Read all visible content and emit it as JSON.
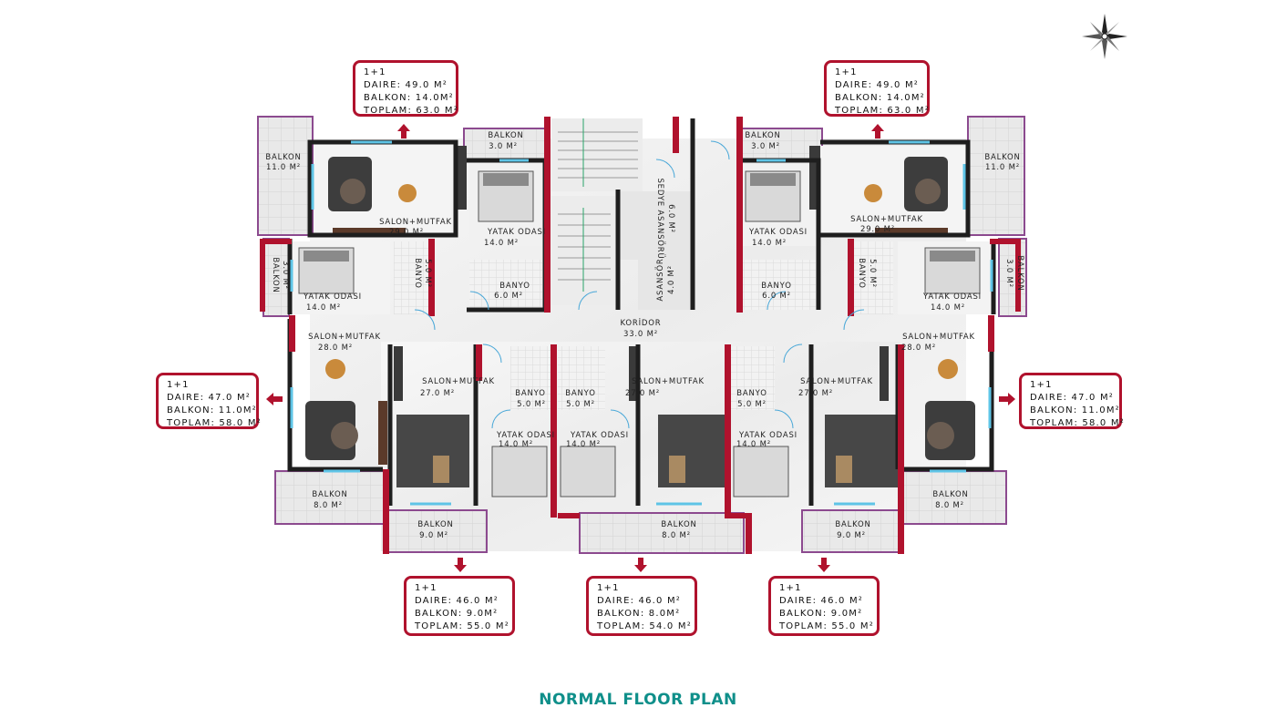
{
  "units": [
    {
      "type": "1+1",
      "daire": "DAIRE: 49.0 M²",
      "balkon": "BALKON: 14.0M²",
      "toplam": "TOPLAM: 63.0 M²"
    },
    {
      "type": "1+1",
      "daire": "DAIRE: 49.0 M²",
      "balkon": "BALKON: 14.0M²",
      "toplam": "TOPLAM: 63.0 M²"
    },
    {
      "type": "1+1",
      "daire": "DAIRE: 47.0 M²",
      "balkon": "BALKON: 11.0M²",
      "toplam": "TOPLAM: 58.0 M²"
    },
    {
      "type": "1+1",
      "daire": "DAIRE: 47.0 M²",
      "balkon": "BALKON: 11.0M²",
      "toplam": "TOPLAM: 58.0 M²"
    },
    {
      "type": "1+1",
      "daire": "DAIRE: 46.0 M²",
      "balkon": "BALKON: 9.0M²",
      "toplam": "TOPLAM: 55.0 M²"
    },
    {
      "type": "1+1",
      "daire": "DAIRE: 46.0 M²",
      "balkon": "BALKON: 8.0M²",
      "toplam": "TOPLAM: 54.0 M²"
    },
    {
      "type": "1+1",
      "daire": "DAIRE: 46.0 M²",
      "balkon": "BALKON: 9.0M²",
      "toplam": "TOPLAM: 55.0 M²"
    }
  ],
  "rooms": [
    {
      "name": "BALKON",
      "area": "11.0 M²"
    },
    {
      "name": "SALON+MUTFAK",
      "area": "29.0 M²"
    },
    {
      "name": "BALKON",
      "area": "3.0 M²"
    },
    {
      "name": "YATAK ODASI",
      "area": "14.0 M²"
    },
    {
      "name": "BANYO",
      "area": "6.0 M²"
    },
    {
      "name": "BALKON",
      "area": "3.0 M²"
    },
    {
      "name": "YATAK ODASI",
      "area": "14.0 M²"
    },
    {
      "name": "SALON+MUTFAK",
      "area": "29.0 M²"
    },
    {
      "name": "BALKON",
      "area": "11.0 M²"
    },
    {
      "name": "BANYO",
      "area": "6.0 M²"
    },
    {
      "name": "BALKON",
      "area": "3.0 M²"
    },
    {
      "name": "YATAK ODASI",
      "area": "14.0 M²"
    },
    {
      "name": "BANYO",
      "area": "5.0 M²"
    },
    {
      "name": "SEDYE ASANSÖRÜ",
      "area": "6.0 M²"
    },
    {
      "name": "ASANSÖR",
      "area": "4.0 M²"
    },
    {
      "name": "BANYO",
      "area": "5.0 M²"
    },
    {
      "name": "YATAK ODASI",
      "area": "14.0 M²"
    },
    {
      "name": "BALKON",
      "area": "3.0 M²"
    },
    {
      "name": "KORİDOR",
      "area": "33.0 M²"
    },
    {
      "name": "SALON+MUTFAK",
      "area": "28.0 M²"
    },
    {
      "name": "SALON+MUTFAK",
      "area": "27.0 M²"
    },
    {
      "name": "BANYO",
      "area": "5.0 M²"
    },
    {
      "name": "BANYO",
      "area": "5.0 M²"
    },
    {
      "name": "SALON+MUTFAK",
      "area": "27.0 M²"
    },
    {
      "name": "BANYO",
      "area": "5.0 M²"
    },
    {
      "name": "SALON+MUTFAK",
      "area": "27.0 M²"
    },
    {
      "name": "SALON+MUTFAK",
      "area": "28.0 M²"
    },
    {
      "name": "YATAK ODASI",
      "area": "14.0 M²"
    },
    {
      "name": "YATAK ODASI",
      "area": "14.0 M²"
    },
    {
      "name": "YATAK ODASI",
      "area": "14.0 M²"
    },
    {
      "name": "BALKON",
      "area": "8.0 M²"
    },
    {
      "name": "BALKON",
      "area": "9.0 M²"
    },
    {
      "name": "BALKON",
      "area": "8.0 M²"
    },
    {
      "name": "BALKON",
      "area": "9.0 M²"
    },
    {
      "name": "BALKON",
      "area": "8.0 M²"
    }
  ],
  "plan_title": "NORMAL FLOOR PLAN",
  "colors": {
    "accent": "#b0122d",
    "balcony": "#8c4a8f",
    "title": "#0f8f8a",
    "wall": "#1e1e1e",
    "floor": "#efefef"
  }
}
